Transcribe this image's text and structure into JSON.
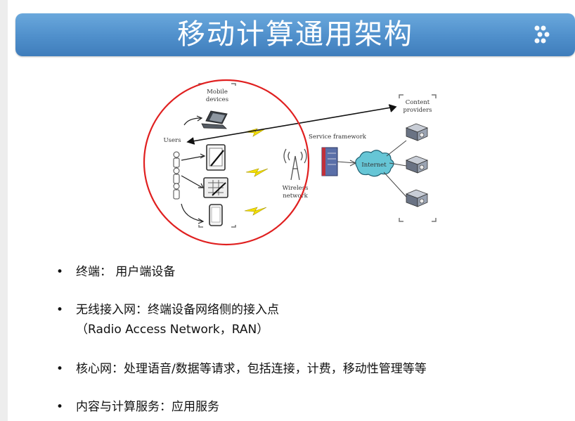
{
  "slide": {
    "title": "移动计算通用架构"
  },
  "diagram": {
    "labels": {
      "mobile_devices": "Mobile devices",
      "users": "Users",
      "content_providers": "Content providers",
      "service_framework": "Service framework",
      "internet": "Internet",
      "wireless_network": "Wireless network"
    },
    "colors": {
      "highlight_circle": "#e02020",
      "lightning": "#f5e000",
      "server_tower": "#5a6fa8",
      "internet_cloud": "#66c6d6"
    }
  },
  "bullets": [
    {
      "text": "终端：  用户端设备"
    },
    {
      "text": "无线接入网：终端设备网络侧的接入点",
      "sub": "（Radio Access Network，RAN）"
    },
    {
      "text": "核心网：处理语音/数据等请求，包括连接，计费，移动性管理等等"
    },
    {
      "text": "内容与计算服务：应用服务"
    }
  ],
  "bullet_symbol": "•"
}
